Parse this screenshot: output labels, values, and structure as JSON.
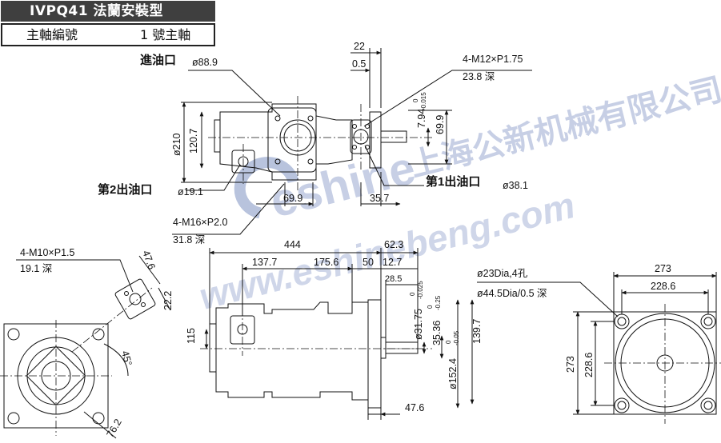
{
  "header": {
    "title": "IVPQ41 法蘭安裝型",
    "shaft_label": "主軸編號",
    "shaft_value": "1 號主軸"
  },
  "ports": {
    "inlet_label": "進油口",
    "inlet_dia": "ø88.9",
    "outlet2_label": "第2出油口",
    "outlet2_dia": "ø19.1",
    "outlet1_label": "第1出油口",
    "outlet1_dia": "ø38.1"
  },
  "threads": {
    "m12": "4-M12×P1.75",
    "m12_depth": "23.8 深",
    "m16": "4-M16×P2.0",
    "m16_depth": "31.8 深",
    "m10": "4-M10×P1.5",
    "m10_depth": "19.1 深"
  },
  "holes": {
    "bolt": "ø23Dia,4孔",
    "counterbore": "ø44.5Dia/0.5 深"
  },
  "dimensions": {
    "top_22": "22",
    "top_05": "0.5",
    "top_210": "ø210",
    "top_1207": "120.7",
    "top_699a": "69.9",
    "top_794": "7.94",
    "top_794_tol_hi": "0",
    "top_794_tol_lo": "-0.015",
    "top_699b": "69.9",
    "top_357": "35.7",
    "left_476": "47.6",
    "left_222": "22.2",
    "left_45": "45°",
    "left_762": "76.2",
    "side_444": "444",
    "side_623": "62.3",
    "side_1377": "137.7",
    "side_1756": "175.6",
    "side_50": "50",
    "side_127": "12.7",
    "side_285": "28.5",
    "side_3175": "ø31.75",
    "side_3175_tol_hi": "0",
    "side_3175_tol_lo": "-0.025",
    "side_3536": "35.36",
    "side_3536_tol_hi": "0",
    "side_3536_tol_lo": "-0.25",
    "side_1524": "ø152.4",
    "side_1524_tol_hi": "0",
    "side_1524_tol_lo": "-0.05",
    "side_1397": "139.7",
    "side_115": "115",
    "side_476": "47.6",
    "right_273h": "273",
    "right_2286h": "228.6",
    "right_273v": "273",
    "right_2286v": "228.6"
  },
  "watermark": {
    "brand": "eshine",
    "company": "上海公新机械有限公司",
    "url": "www.eshinebeng.com"
  }
}
